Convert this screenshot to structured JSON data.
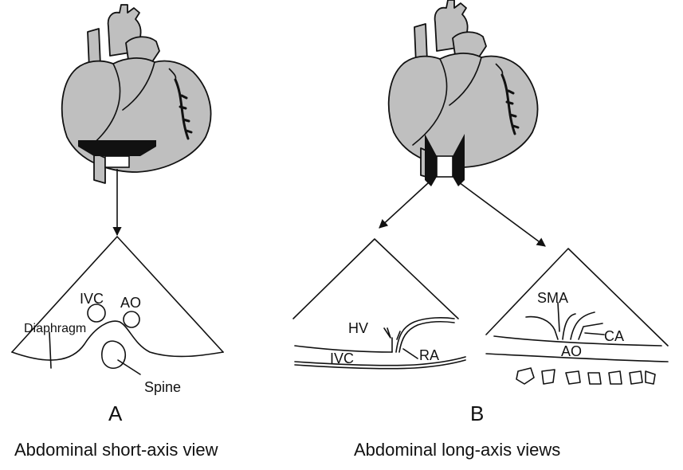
{
  "panel_a": {
    "letter": "A",
    "caption": "Abdominal short-axis view",
    "labels": {
      "ivc": "IVC",
      "ao": "AO",
      "diaphragm": "Diaphragm",
      "spine": "Spine"
    }
  },
  "panel_b": {
    "letter": "B",
    "caption": "Abdominal long-axis views",
    "left_view": {
      "hv": "HV",
      "ivc": "IVC",
      "ra": "RA"
    },
    "right_view": {
      "sma": "SMA",
      "ca": "CA",
      "ao": "AO"
    }
  },
  "colors": {
    "heart_fill": "#bfbfbf",
    "ink": "#111111",
    "probe": "#111111"
  },
  "icons": [
    "heart-illustration",
    "ultrasound-probe-transverse",
    "ultrasound-probe-longitudinal"
  ]
}
